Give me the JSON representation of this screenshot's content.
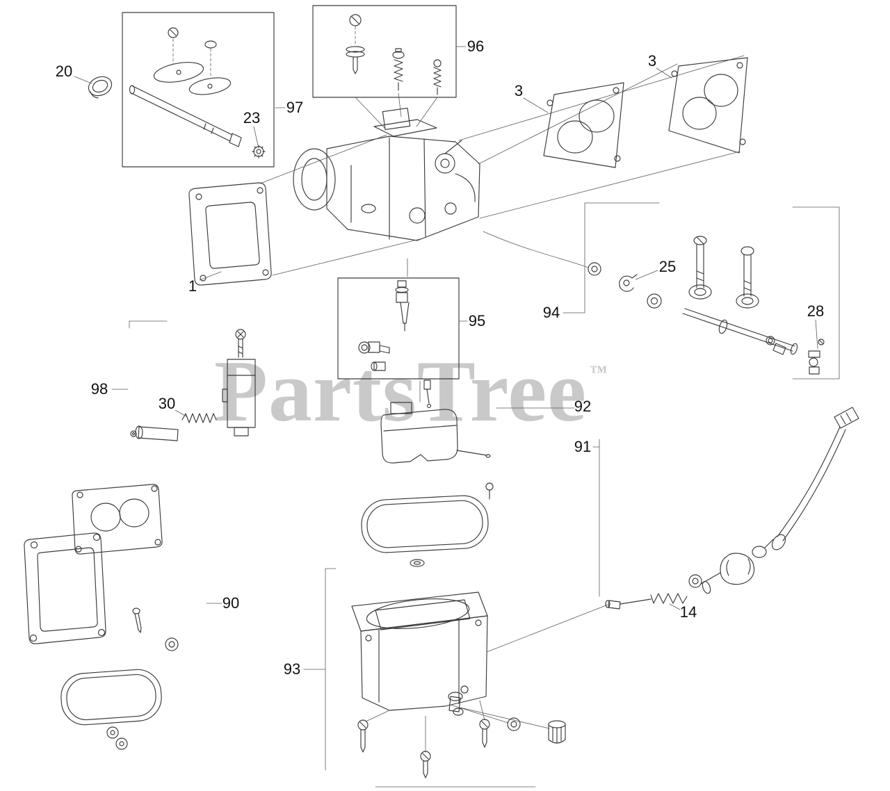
{
  "page": {
    "background": "#ffffff"
  },
  "watermark": {
    "text": "PartsTree",
    "tm": "™",
    "color": "#c9c9c9"
  },
  "diagram": {
    "description": "Carburetor exploded-view parts diagram with numbered callouts",
    "callouts": [
      {
        "label": "20"
      },
      {
        "label": "97"
      },
      {
        "label": "23"
      },
      {
        "label": "96"
      },
      {
        "label": "3"
      },
      {
        "label": "3"
      },
      {
        "label": "1"
      },
      {
        "label": "25"
      },
      {
        "label": "94"
      },
      {
        "label": "28"
      },
      {
        "label": "95"
      },
      {
        "label": "98"
      },
      {
        "label": "30"
      },
      {
        "label": "92"
      },
      {
        "label": "91"
      },
      {
        "label": "90"
      },
      {
        "label": "93"
      },
      {
        "label": "14"
      }
    ]
  }
}
